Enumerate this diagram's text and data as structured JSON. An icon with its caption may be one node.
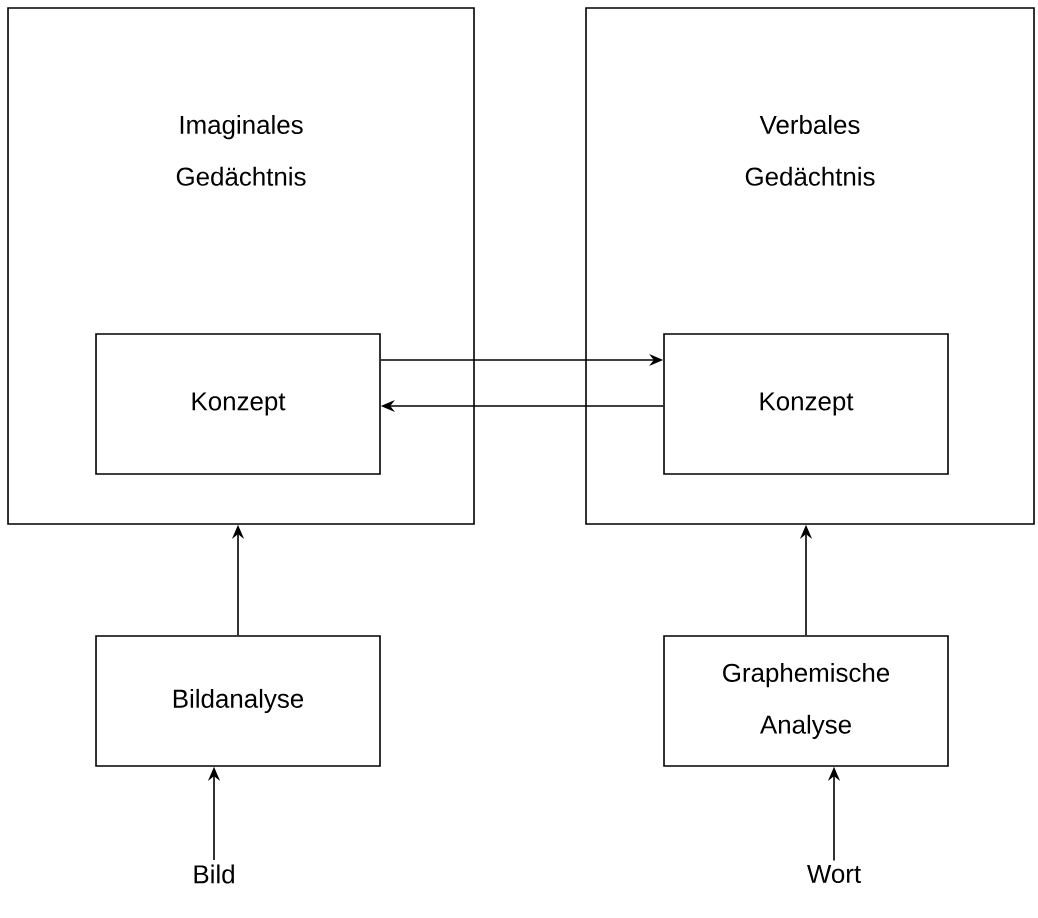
{
  "diagram": {
    "nodes": [
      {
        "text": [
          "Imaginales Gedächtnis"
        ]
      },
      {
        "text": [
          "Konzept"
        ],
        "in": 0
      },
      {
        "text": [
          "Verbales Gedächtnis"
        ]
      },
      {
        "text": [
          "Konzept"
        ],
        "in": 2
      },
      {
        "text": [
          "Bildanalyse"
        ]
      },
      {
        "text": [
          "Graphemische Analyse"
        ]
      },
      {
        "text": [
          "Bild"
        ]
      },
      {
        "text": [
          "Wort"
        ]
      }
    ],
    "edges": [
      {
        "from": 1,
        "to": 3,
        "arrow": "to"
      },
      {
        "from": 3,
        "to": 1,
        "arrow": "to"
      },
      {
        "from": 4,
        "to": 0,
        "arrow": "to"
      },
      {
        "from": 5,
        "to": 2,
        "arrow": "to"
      },
      {
        "from": 6,
        "to": 4,
        "arrow": "to"
      },
      {
        "from": 7,
        "to": 5,
        "arrow": "to"
      }
    ]
  }
}
